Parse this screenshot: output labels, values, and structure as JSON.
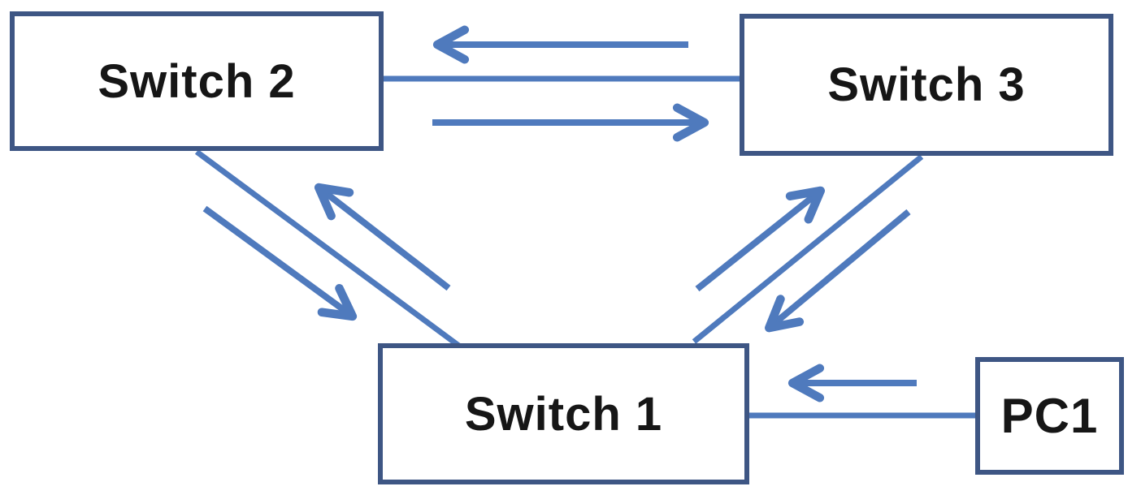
{
  "diagram_type": "network-topology",
  "nodes": [
    {
      "id": "switch2",
      "label": "Switch 2"
    },
    {
      "id": "switch3",
      "label": "Switch 3"
    },
    {
      "id": "switch1",
      "label": "Switch 1"
    },
    {
      "id": "pc1",
      "label": "PC1"
    }
  ],
  "links": [
    {
      "between": [
        "Switch 2",
        "Switch 3"
      ],
      "style": "plain-line"
    },
    {
      "between": [
        "Switch 2",
        "Switch 1"
      ],
      "style": "plain-line"
    },
    {
      "between": [
        "Switch 3",
        "Switch 1"
      ],
      "style": "plain-line"
    },
    {
      "between": [
        "Switch 1",
        "PC1"
      ],
      "style": "plain-line"
    }
  ],
  "flow_arrows": [
    {
      "from": "Switch 3",
      "to": "Switch 2",
      "direction": "left"
    },
    {
      "from": "Switch 2",
      "to": "Switch 3",
      "direction": "right"
    },
    {
      "from": "Switch 2",
      "to": "Switch 1",
      "direction": "down-right"
    },
    {
      "from": "Switch 1",
      "to": "Switch 2",
      "direction": "up-left"
    },
    {
      "from": "Switch 1",
      "to": "Switch 3",
      "direction": "up-right"
    },
    {
      "from": "Switch 3",
      "to": "Switch 1",
      "direction": "down-left"
    },
    {
      "from": "PC1",
      "to": "Switch 1",
      "direction": "left"
    }
  ],
  "colors": {
    "background": "#ffffff",
    "box_border": "#3e5684",
    "connector": "#4f7abd",
    "label_text": "#161616"
  }
}
